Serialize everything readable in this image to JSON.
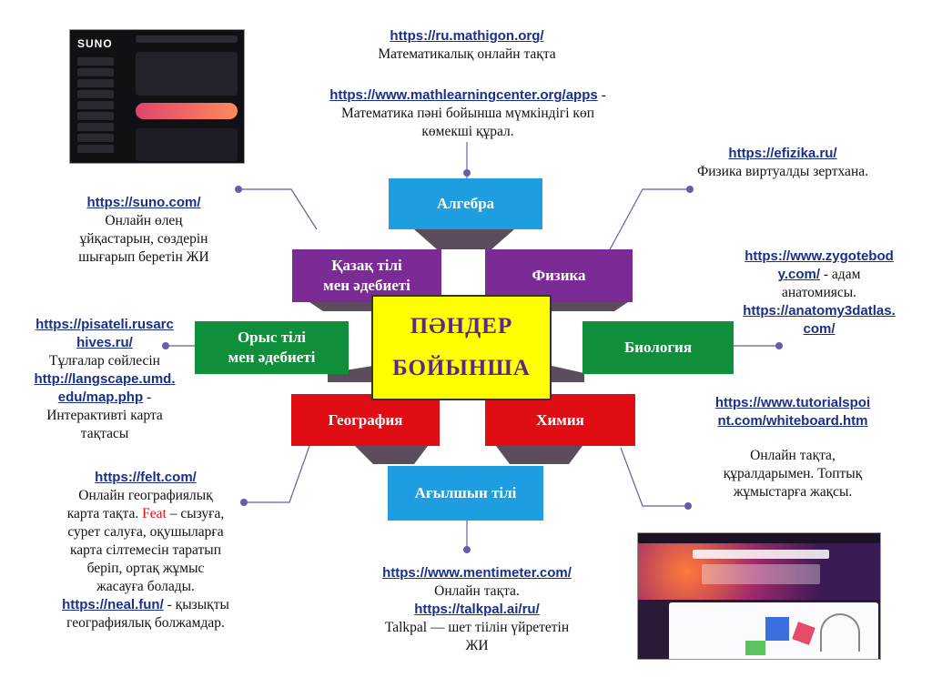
{
  "topics": {
    "center_line1": "ПӘНДЕР",
    "center_line2": "БОЙЫНША",
    "algebra": "Алгебра",
    "physics": "Физика",
    "kazakh_line1": "Қазақ тілі",
    "kazakh_line2": "мен әдебиеті",
    "russian_line1": "Орыс тілі",
    "russian_line2": "мен әдебиеті",
    "biology": "Биология",
    "geography": "География",
    "chemistry": "Химия",
    "english": "Ағылшын тілі"
  },
  "notes": {
    "mathigon_link": "https://ru.mathigon.org/",
    "mathigon_desc": "Математикалық онлайн тақта",
    "mlc_link": "https://www.mathlearningcenter.org/apps",
    "mlc_desc_dash": " -",
    "mlc_desc_line2": "Математика пәні бойынша мүмкіндігі көп",
    "mlc_desc_line3": "көмекші құрал.",
    "efizika_link": "https://efizika.ru/",
    "efizika_desc": "Физика виртуалды зертхана.",
    "suno_link": "https://suno.com/",
    "suno_desc1": "Онлайн өлең",
    "suno_desc2": "ұйқастарын, сөздерін",
    "suno_desc3": "шығарып беретін ЖИ",
    "zygote_link1": "https://www.zygotebod",
    "zygote_link2": "y.com/",
    "zygote_desc1": " - адам",
    "zygote_desc2": "анатомиясы.",
    "anatomy_link1": "https://anatomy3datlas.",
    "anatomy_link2": "com/",
    "pisateli_link1": "https://pisateli.rusarc",
    "pisateli_link2": "hives.ru/",
    "pisateli_desc": "Тұлғалар сөйлесін",
    "langscape_link1": "http://langscape.umd.",
    "langscape_link2": "edu/map.php",
    "langscape_desc1": " -",
    "langscape_desc2": "Интерактивті карта",
    "langscape_desc3": "тақтасы",
    "tutorials_link1": "https://www.tutorialspoi",
    "tutorials_link2": "nt.com/whiteboard.htm",
    "tutorials_desc1": "Онлайн тақта,",
    "tutorials_desc2": "құралдарымен. Топтық",
    "tutorials_desc3": "жұмыстарға жақсы.",
    "felt_link": "https://felt.com/",
    "felt_desc1": "Онлайн географиялық",
    "felt_desc2a": "карта тақта. ",
    "felt_desc2b": "Feat",
    "felt_desc2c": " – сызуға,",
    "felt_desc3": "сурет салуға, оқушыларға",
    "felt_desc4": "карта сілтемесін таратып",
    "felt_desc5": "беріп, ортақ жұмыс",
    "felt_desc6": "жасауға болады.",
    "neal_link": "https://neal.fun/",
    "neal_desc1": " - қызықты",
    "neal_desc2": "географиялық болжамдар.",
    "menti_link": "https://www.mentimeter.com/",
    "menti_desc": "Онлайн тақта.",
    "talkpal_link": "https://talkpal.ai/ru/",
    "talkpal_desc1": "Talkpal — шет тіілін үйрететін",
    "talkpal_desc2": "ЖИ"
  },
  "screenshots": {
    "suno_logo": "SUNO"
  },
  "colors": {
    "algebra": "#1e9ee0",
    "english": "#1e9ee0",
    "purple": "#7b2b96",
    "green": "#0f8f3a",
    "red": "#e00d14",
    "center": "#ffff00",
    "link": "#1a2f8a"
  }
}
